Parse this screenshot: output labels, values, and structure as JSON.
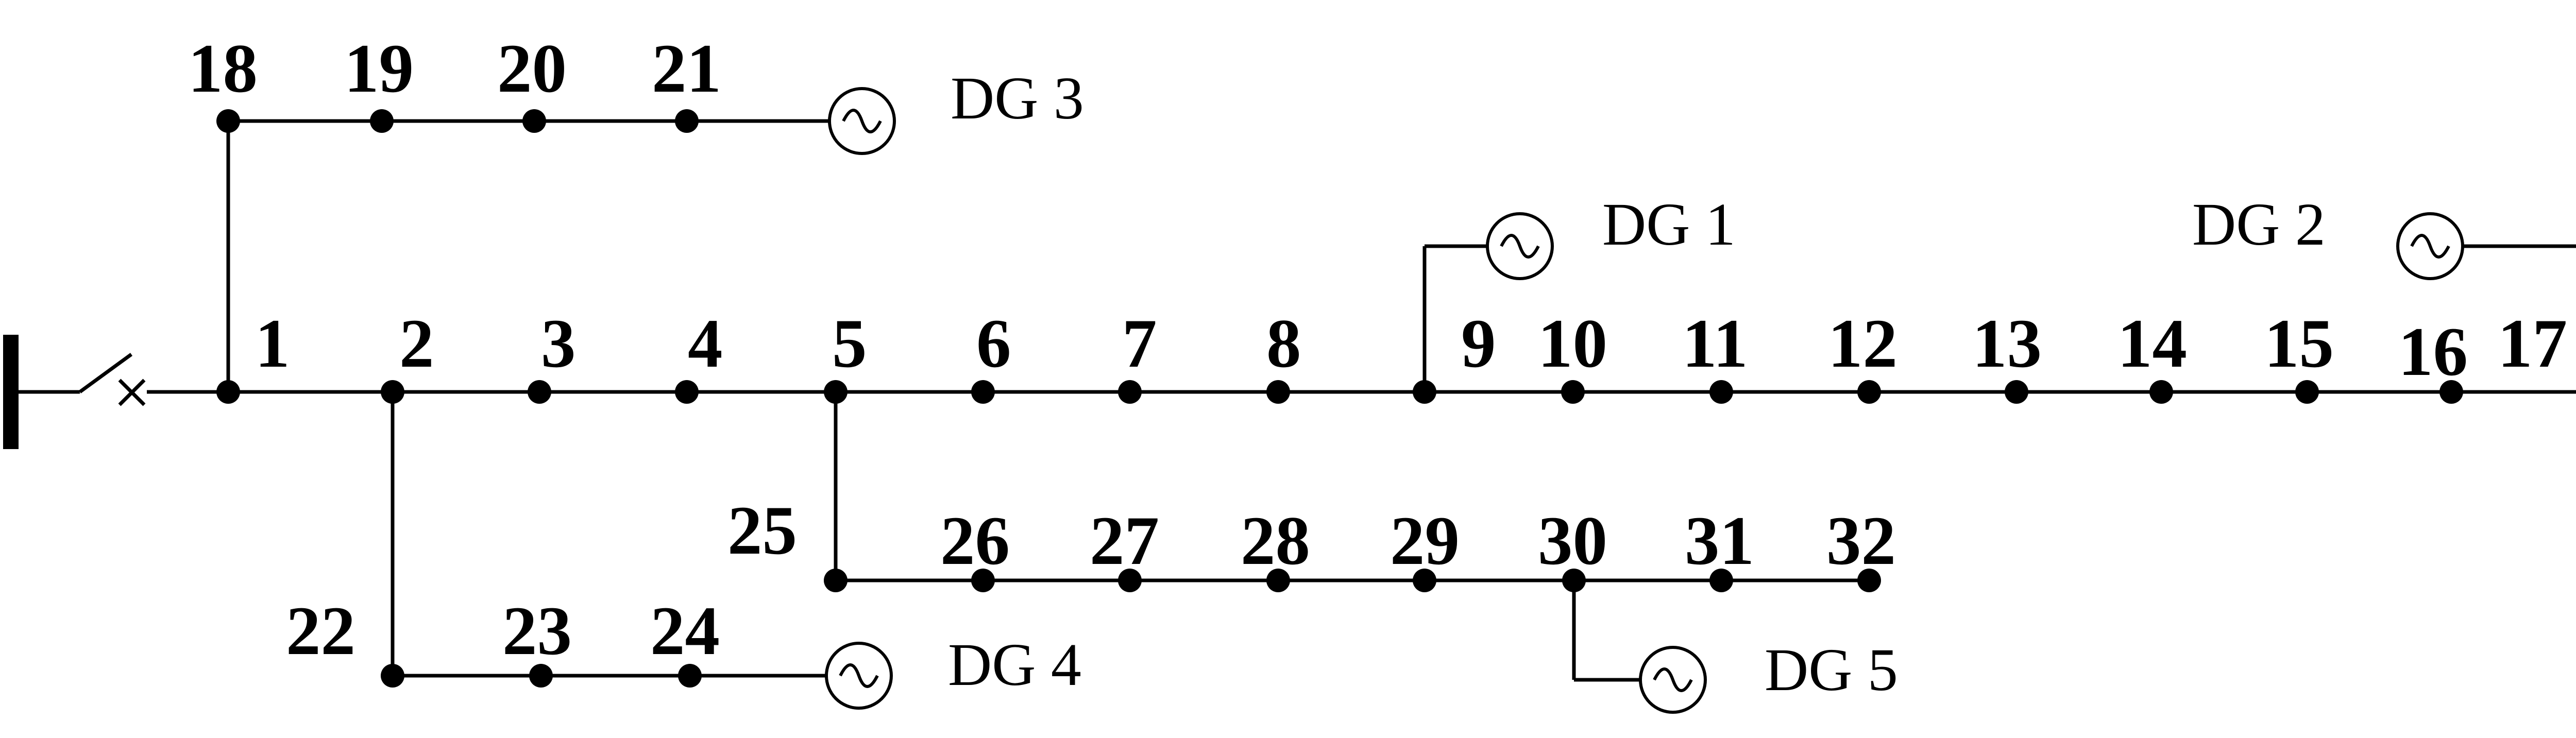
{
  "nodes": {
    "n1": "1",
    "n2": "2",
    "n3": "3",
    "n4": "4",
    "n5": "5",
    "n6": "6",
    "n7": "7",
    "n8": "8",
    "n9": "9",
    "n10": "10",
    "n11": "11",
    "n12": "12",
    "n13": "13",
    "n14": "14",
    "n15": "15",
    "n16": "16",
    "n17": "17",
    "n18": "18",
    "n19": "19",
    "n20": "20",
    "n21": "21",
    "n22": "22",
    "n23": "23",
    "n24": "24",
    "n25": "25",
    "n26": "26",
    "n27": "27",
    "n28": "28",
    "n29": "29",
    "n30": "30",
    "n31": "31",
    "n32": "32"
  },
  "generators": {
    "dg1": "DG 1",
    "dg2": "DG 2",
    "dg3": "DG 3",
    "dg4": "DG 4",
    "dg5": "DG 5"
  }
}
